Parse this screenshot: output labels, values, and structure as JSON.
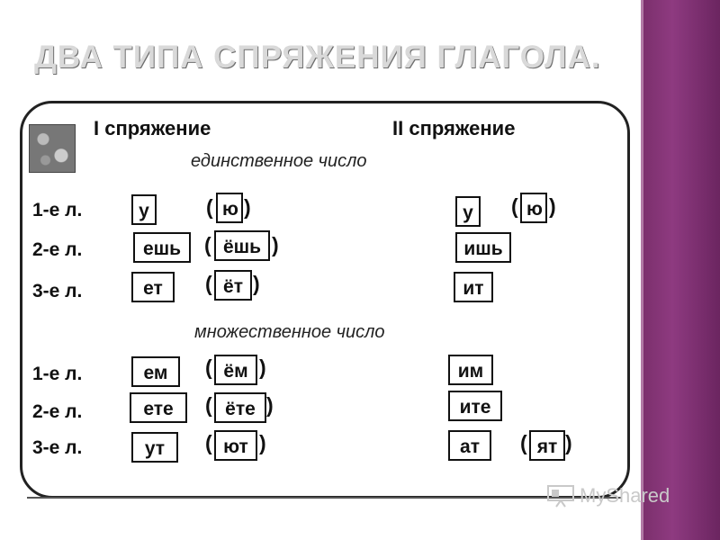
{
  "slide": {
    "title": "ДВА ТИПА СПРЯЖЕНИЯ ГЛАГОЛА."
  },
  "table": {
    "col1_header": "I спряжение",
    "col2_header": "II спряжение",
    "singular_label": "единственное число",
    "plural_label": "множественное число",
    "rows": {
      "s1": {
        "person": "1-е л.",
        "c1": "у",
        "c1_alt": "ю",
        "c2": "у",
        "c2_alt": "ю"
      },
      "s2": {
        "person": "2-е л.",
        "c1": "ешь",
        "c1_alt": "ёшь",
        "c2": "ишь"
      },
      "s3": {
        "person": "3-е л.",
        "c1": "ет",
        "c1_alt": "ёт",
        "c2": "ит"
      },
      "p1": {
        "person": "1-е л.",
        "c1": "ем",
        "c1_alt": "ём",
        "c2": "им"
      },
      "p2": {
        "person": "2-е л.",
        "c1": "ете",
        "c1_alt": "ёте",
        "c2": "ите"
      },
      "p3": {
        "person": "3-е л.",
        "c1": "ут",
        "c1_alt": "ют",
        "c2": "ат",
        "c2_alt": "ят"
      }
    }
  },
  "watermark": {
    "text": "MyShared",
    "icon": "presentation-icon"
  },
  "colors": {
    "sidebar": "#7a2f6b",
    "title": "#d9d9d9"
  }
}
